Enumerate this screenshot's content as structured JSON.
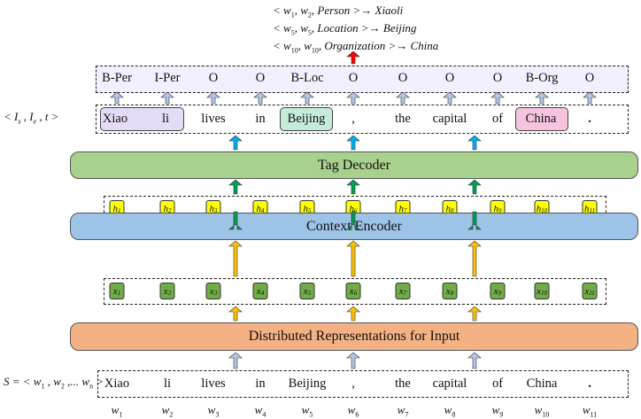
{
  "results": [
    {
      "a": "w",
      "as": "1",
      "b": "w",
      "bs": "2",
      "type": "Person",
      "value": "Xiaoli"
    },
    {
      "a": "w",
      "as": "5",
      "b": "w",
      "bs": "5",
      "type": "Location",
      "value": "Beijing"
    },
    {
      "a": "w",
      "as": "10",
      "b": "w",
      "bs": "10",
      "type": "Organization",
      "value": "China"
    }
  ],
  "tags": [
    "B-Per",
    "I-Per",
    "O",
    "O",
    "B-Loc",
    "O",
    "O",
    "O",
    "O",
    "B-Org",
    "O"
  ],
  "span_label": "< I_s , I_e , t >",
  "output_tokens": [
    "Xiao",
    "li",
    "lives",
    "in",
    "Beijing",
    ",",
    "the",
    "capital",
    "of",
    "China",
    "."
  ],
  "tag_decoder": "Tag Decoder",
  "h_vars": [
    "h1",
    "h2",
    "h3",
    "h4",
    "h5",
    "h6",
    "h7",
    "h8",
    "h9",
    "h10",
    "h11"
  ],
  "context_encoder": "Context Encoder",
  "x_vars": [
    "x1",
    "x2",
    "x3",
    "x4",
    "x5",
    "x6",
    "x7",
    "x8",
    "x9",
    "x10",
    "x11"
  ],
  "input_layer": "Distributed Representations for Input",
  "sequence_label": "S = < w1 , w2 ,... wn >",
  "input_tokens": [
    "Xiao",
    "li",
    "lives",
    "in",
    "Beijing",
    ",",
    "the",
    "capital",
    "of",
    "China",
    "."
  ],
  "word_indices": [
    "w1",
    "w2",
    "w3",
    "w4",
    "w5",
    "w6",
    "w7",
    "w8",
    "w9",
    "w10",
    "w11"
  ],
  "colors": {
    "tag_decoder": "#a9d18e",
    "context_encoder": "#9dc3e6",
    "input_layer": "#f4b183",
    "h_chip": "#ffff00",
    "x_chip": "#70ad47",
    "person_entity": "#e4dcf7",
    "location_entity": "#c5ecd9",
    "organization_entity": "#f7c4df",
    "tag_row": "#f2efff",
    "output_arrow": "#ff0000",
    "green_arrow": "#00a050",
    "orange_arrow": "#ffc000",
    "blue_arrow": "#00b0f0",
    "gray_arrow": "#b4c7e7"
  }
}
